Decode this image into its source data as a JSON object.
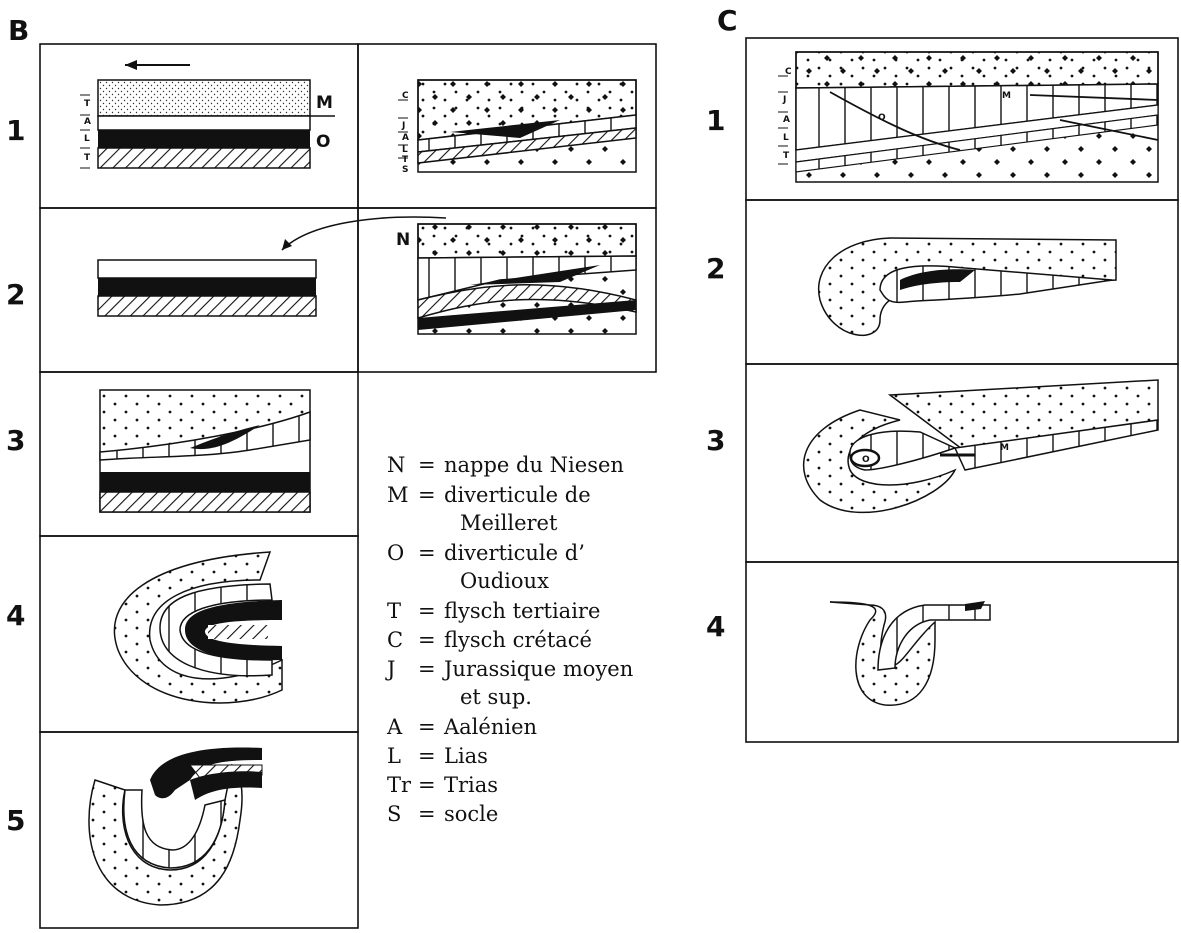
{
  "figure": {
    "sections": {
      "B": "B",
      "C": "C"
    },
    "row_numbers_B": [
      "1",
      "2",
      "3",
      "4",
      "5"
    ],
    "row_numbers_C": [
      "1",
      "2",
      "3",
      "4"
    ],
    "column_B_left_labels": [
      "T",
      "A",
      "L",
      "T"
    ],
    "column_B_right_labels": [
      "C",
      "J",
      "A",
      "L",
      "T",
      "S"
    ],
    "column_C_labels": [
      "C",
      "J",
      "A",
      "L",
      "T"
    ],
    "unit_labels": {
      "M": "M",
      "O": "O",
      "N": "N"
    },
    "section_C_markers": {
      "O": "O",
      "M": "M"
    }
  },
  "legend": [
    {
      "key": "N",
      "desc": "nappe du Niesen"
    },
    {
      "key": "M",
      "desc": "diverticule de"
    },
    {
      "key": "",
      "desc": "Meilleret"
    },
    {
      "key": "O",
      "desc": "diverticule d’"
    },
    {
      "key": "",
      "desc": "Oudioux"
    },
    {
      "key": "T",
      "desc": "flysch tertiaire"
    },
    {
      "key": "C",
      "desc": "flysch crétacé"
    },
    {
      "key": "J",
      "desc": "Jurassique moyen"
    },
    {
      "key": "",
      "desc": "et sup."
    },
    {
      "key": "A",
      "desc": "Aalénien"
    },
    {
      "key": "L",
      "desc": "Lias"
    },
    {
      "key": "Tr",
      "desc": "Trias"
    },
    {
      "key": "S",
      "desc": "socle"
    }
  ],
  "colors": {
    "ink": "#111111",
    "paper": "#ffffff"
  }
}
